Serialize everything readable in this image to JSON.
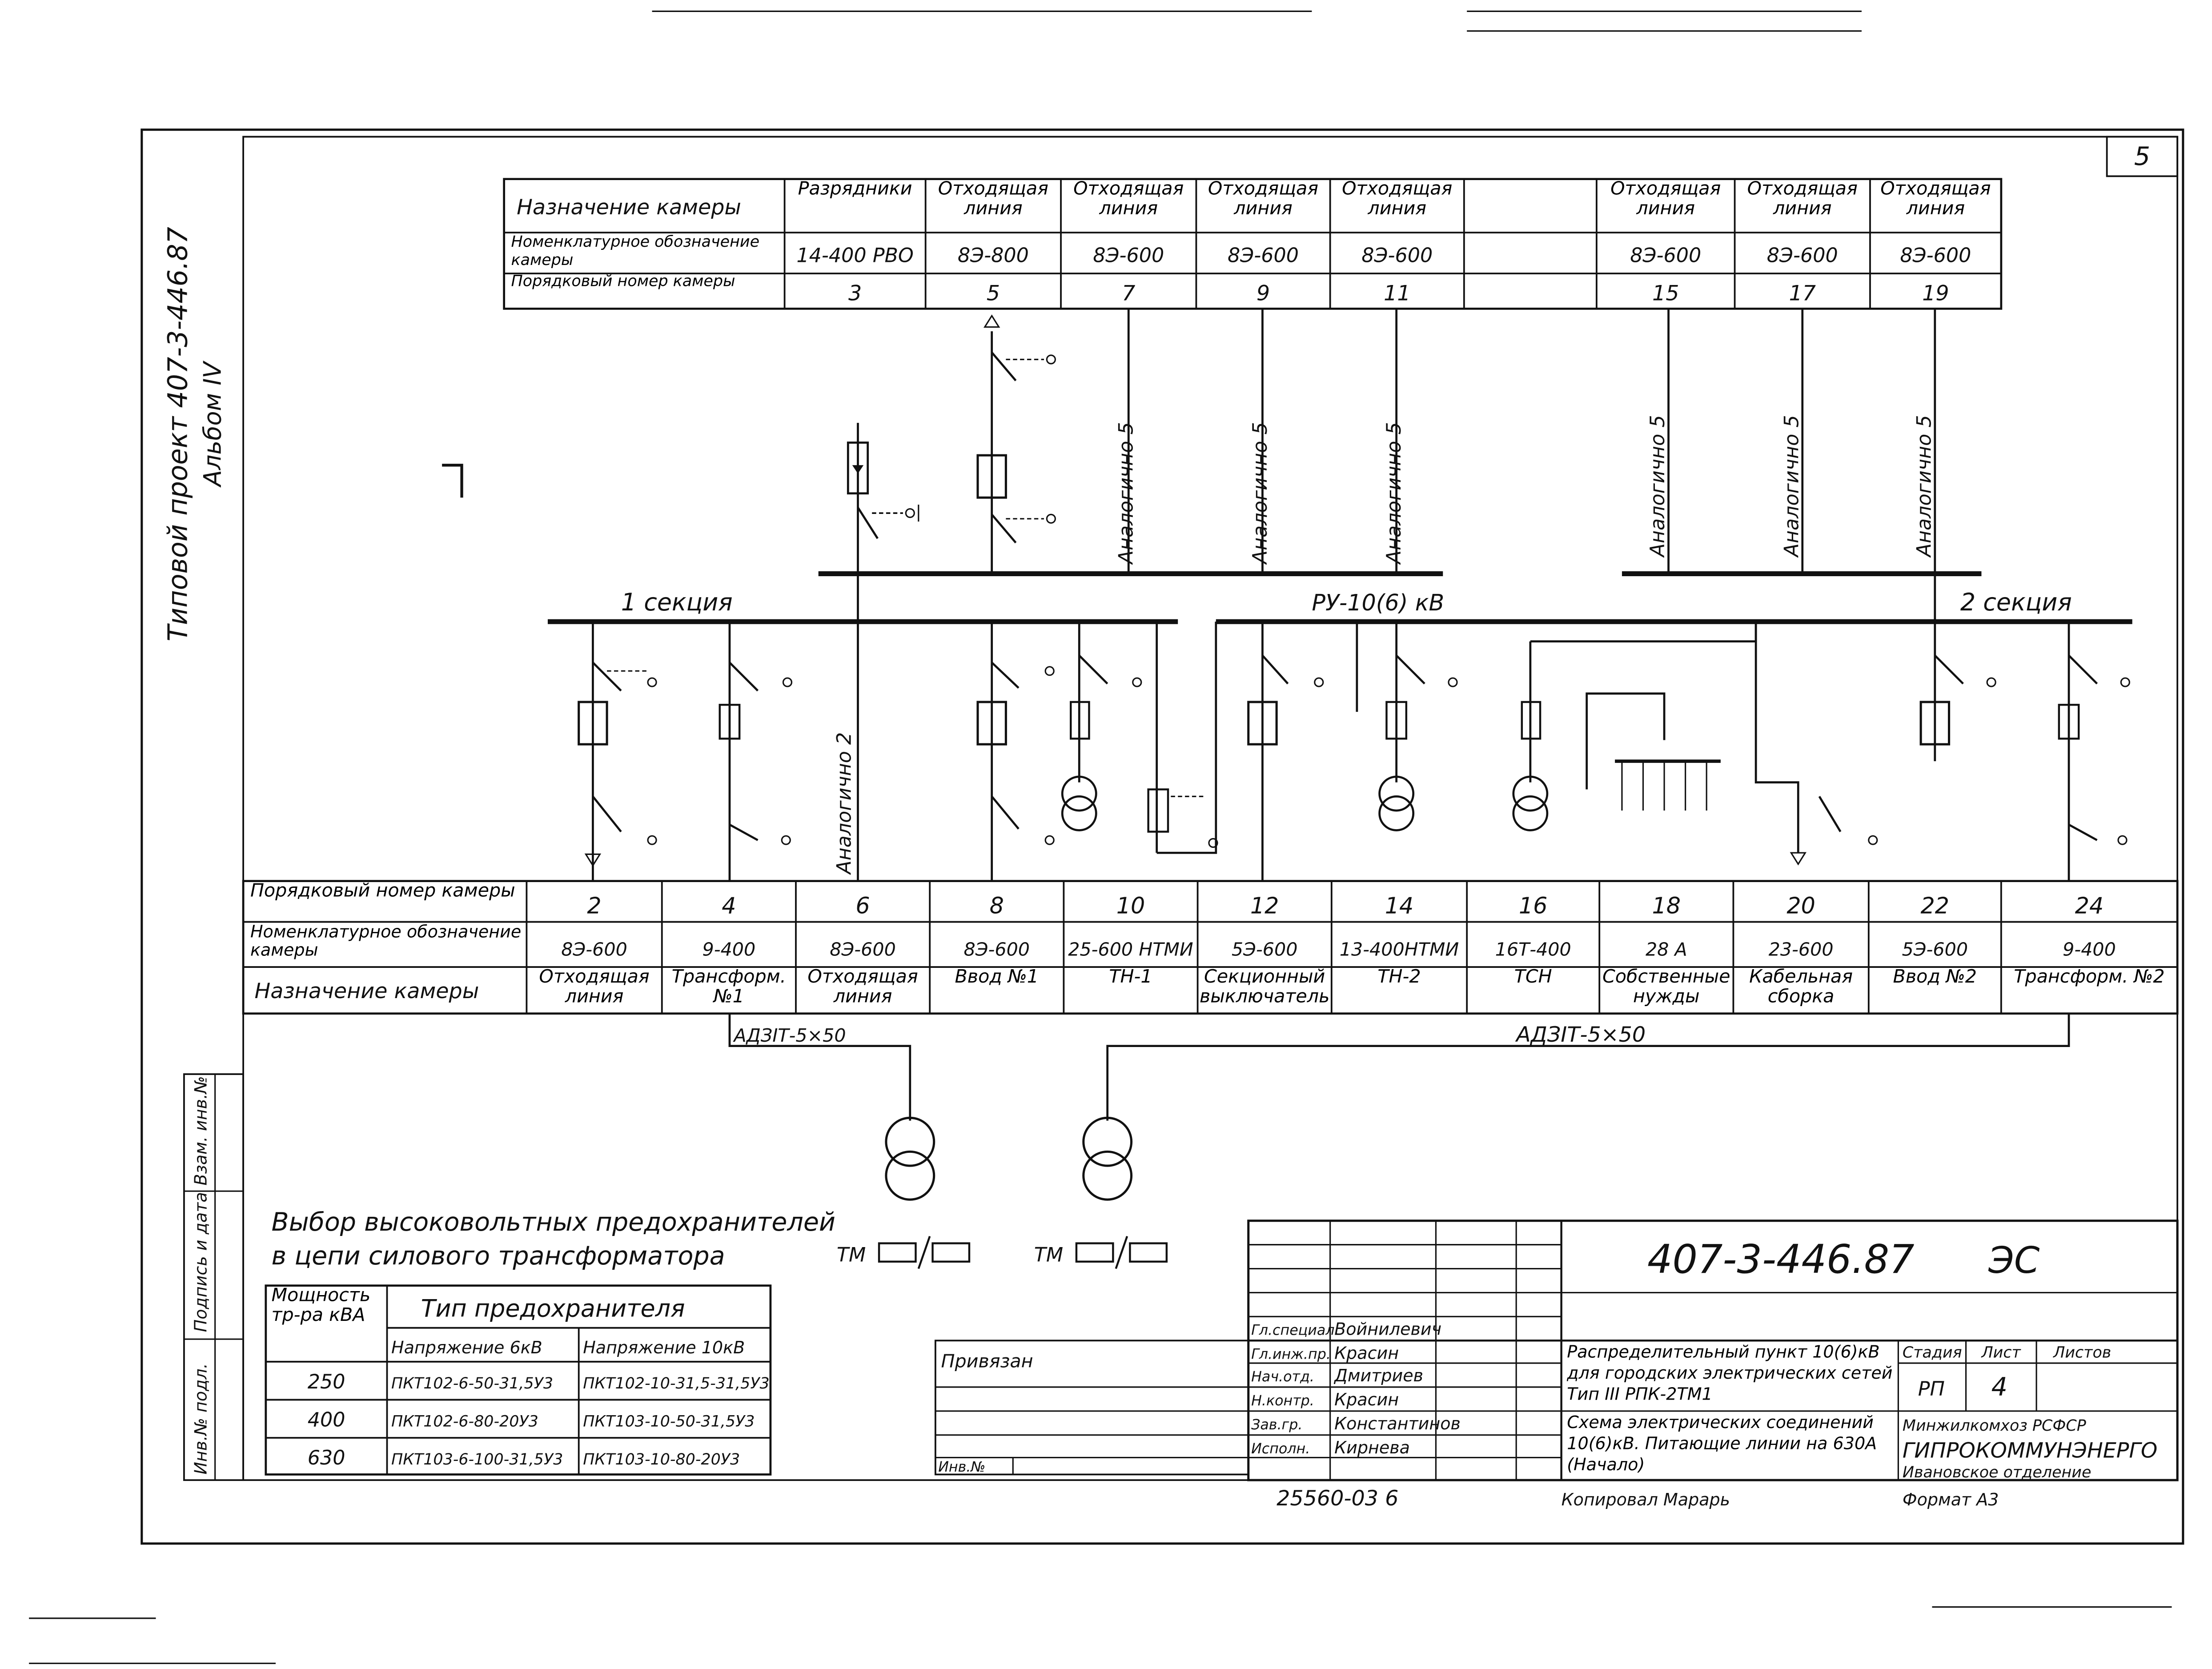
{
  "sheet": {
    "page_number": "5",
    "side_project": "Типовой проект  407-3-446.87",
    "side_album": "Альбом IV",
    "stamp_bottom": "25560-03   6",
    "copied": "Копировал  Марарь",
    "format": "Формат А3"
  },
  "top_table": {
    "row_labels": [
      "Назначение камеры",
      "Номенклатурное обозначение камеры",
      "Порядковый номер камеры"
    ],
    "columns": [
      {
        "purpose": "Разрядники",
        "type": "14-400 РВО",
        "number": "3"
      },
      {
        "purpose": "Отходящая линия",
        "type": "8Э-800",
        "number": "5"
      },
      {
        "purpose": "Отходящая линия",
        "type": "8Э-600",
        "number": "7"
      },
      {
        "purpose": "Отходящая линия",
        "type": "8Э-600",
        "number": "9"
      },
      {
        "purpose": "Отходящая линия",
        "type": "8Э-600",
        "number": "11"
      },
      {
        "purpose": "",
        "type": "",
        "number": ""
      },
      {
        "purpose": "Отходящая линия",
        "type": "8Э-600",
        "number": "15"
      },
      {
        "purpose": "Отходящая линия",
        "type": "8Э-600",
        "number": "17"
      },
      {
        "purpose": "Отходящая линия",
        "type": "8Э-600",
        "number": "19"
      }
    ]
  },
  "diagram": {
    "section1": "1 секция",
    "section2": "2 секция",
    "ru": "РУ-10(6) кВ",
    "analog_upper": [
      "Аналогично 5",
      "Аналогично 5",
      "Аналогично 5",
      "Аналогично 5",
      "Аналогично 5",
      "Аналогично 5"
    ],
    "analog_lower": "Аналогично 2",
    "cable_left": "АДЗIТ-5×50",
    "cable_right": "АДЗIТ-5×50",
    "tm_left": "ТМ",
    "tm_right": "ТМ"
  },
  "bottom_table": {
    "row_labels": [
      "Порядковый номер камеры",
      "Номенклатурное обозначение камеры",
      "Назначение камеры"
    ],
    "columns": [
      {
        "number": "2",
        "type": "8Э-600",
        "purpose": "Отходящая линия"
      },
      {
        "number": "4",
        "type": "9-400",
        "purpose": "Трансформ. №1"
      },
      {
        "number": "6",
        "type": "8Э-600",
        "purpose": "Отходящая линия"
      },
      {
        "number": "8",
        "type": "8Э-600",
        "purpose": "Ввод №1"
      },
      {
        "number": "10",
        "type": "25-600 НТМИ",
        "purpose": "ТН-1"
      },
      {
        "number": "12",
        "type": "5Э-600",
        "purpose": "Секционный выключатель"
      },
      {
        "number": "14",
        "type": "13-400НТМИ",
        "purpose": "ТН-2"
      },
      {
        "number": "16",
        "type": "16Т-400",
        "purpose": "ТСН"
      },
      {
        "number": "18",
        "type": "28 А",
        "purpose": "Собственные нужды"
      },
      {
        "number": "20",
        "type": "23-600",
        "purpose": "Кабельная сборка"
      },
      {
        "number": "22",
        "type": "5Э-600",
        "purpose": "Ввод №2"
      },
      {
        "number": "24",
        "type": "9-400",
        "purpose": "Трансформ. №2"
      }
    ]
  },
  "fuse_table": {
    "title_line1": "Выбор высоковольтных предохранителей",
    "title_line2": "в цепи силового трансформатора",
    "header_power": "Мощность тр-ра кВА",
    "header_type": "Тип предохранителя",
    "header_6kv": "Напряжение 6кВ",
    "header_10kv": "Напряжение 10кВ",
    "rows": [
      {
        "power": "250",
        "v6": "ПКТ102-6-50-31,5У3",
        "v10": "ПКТ102-10-31,5-31,5У3"
      },
      {
        "power": "400",
        "v6": "ПКТ102-6-80-20У3",
        "v10": "ПКТ103-10-50-31,5У3"
      },
      {
        "power": "630",
        "v6": "ПКТ103-6-100-31,5У3",
        "v10": "ПКТ103-10-80-20У3"
      }
    ]
  },
  "side_stamp": [
    "Инв.№ подл.",
    "Подпись и дата",
    "Взам. инв.№"
  ],
  "binding": {
    "label": "Привязан",
    "inv": "Инв.№"
  },
  "title_block": {
    "code": "407-3-446.87",
    "mark": "ЭС",
    "roles": [
      "Гл.специал.",
      "Гл.инж.пр.",
      "Нач.отд.",
      "Н.контр.",
      "Зав.гр.",
      "Исполн."
    ],
    "names": [
      "Войнилевич",
      "Красин",
      "Дмитриев",
      "Красин",
      "Константинов",
      "Кирнева"
    ],
    "description": "Распределительный пункт 10(6)кВ для городских электрических сетей  Тип III РПК-2ТМ1",
    "sheet_title": "Схема электрических соединений 10(6)кВ. Питающие линии на 630А (Начало)",
    "stage_label": "Стадия",
    "sheet_label": "Лист",
    "sheets_label": "Листов",
    "stage": "РП",
    "sheet": "4",
    "org1": "Минжилкомхоз  РСФСР",
    "org2": "ГИПРОКОММУНЭНЕРГО",
    "org3": "Ивановское отделение"
  }
}
